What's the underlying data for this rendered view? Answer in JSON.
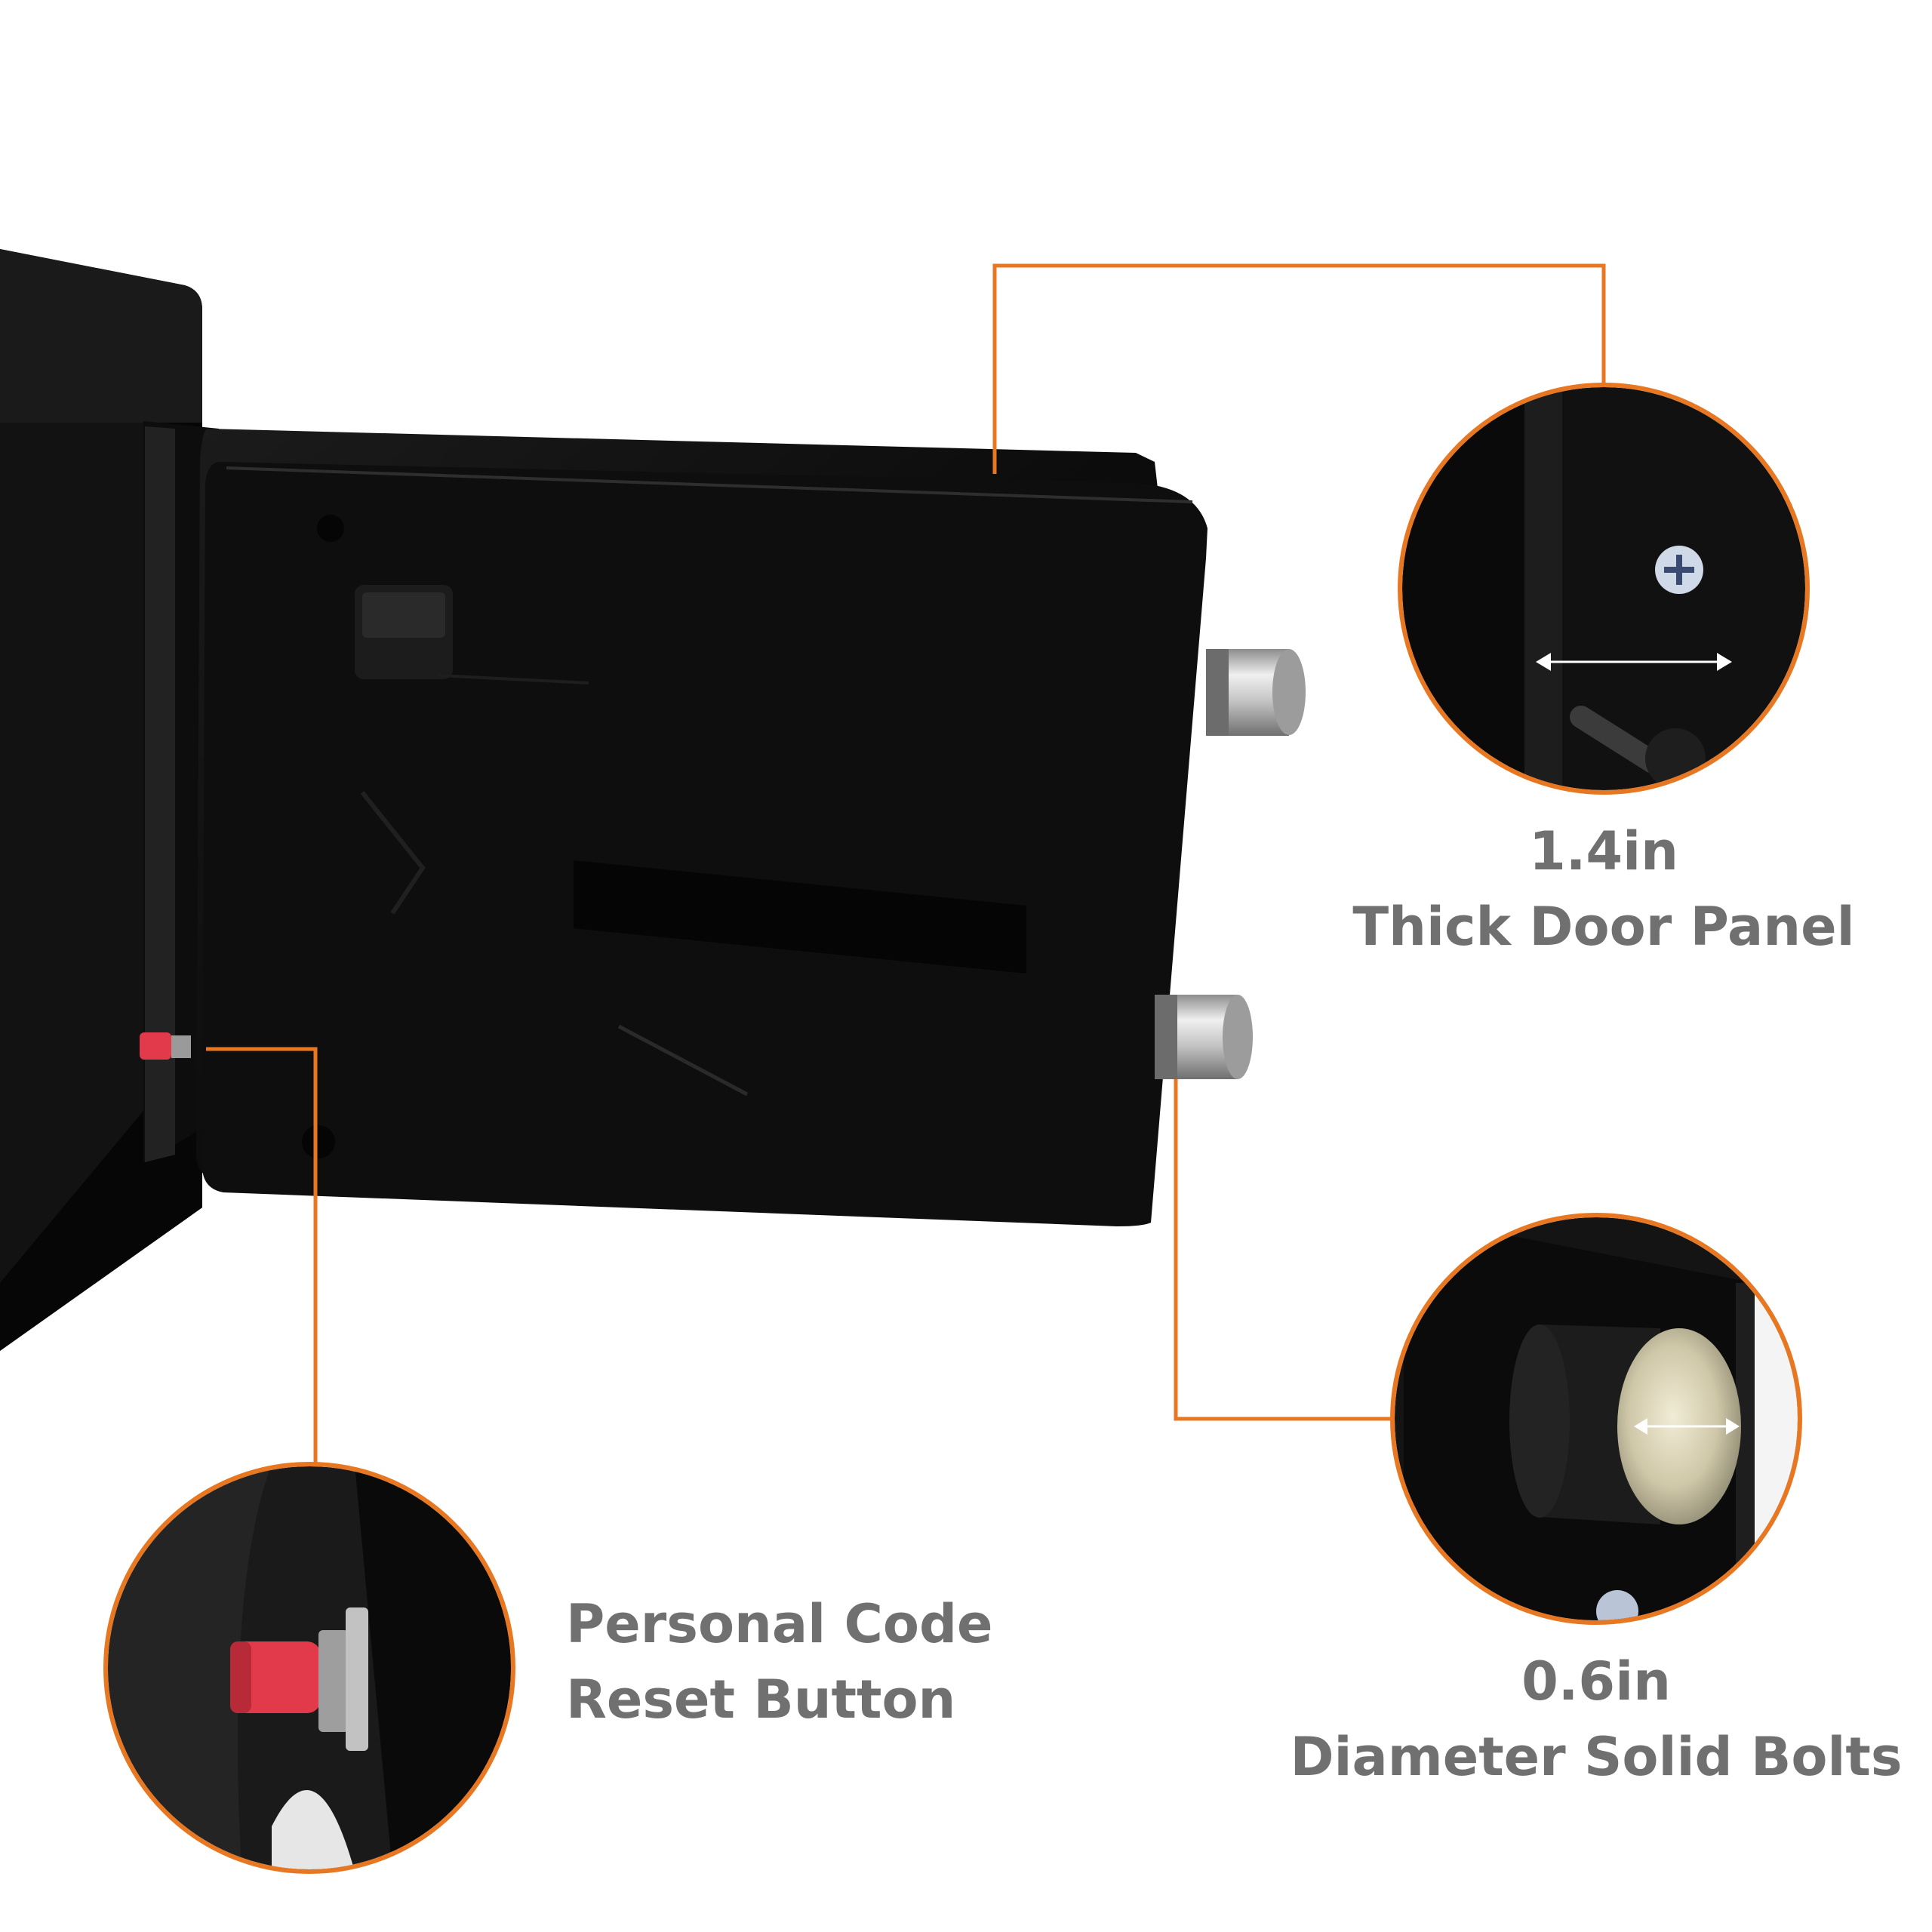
{
  "callouts": {
    "door_panel": {
      "measurement": "1.4in",
      "description": "Thick Door Panel"
    },
    "bolts": {
      "measurement": "0.6in",
      "description": "Diameter Solid Bolts"
    },
    "reset_button": {
      "line1": "Personal Code",
      "line2": "Reset Button"
    }
  },
  "colors": {
    "accent": "#E87722",
    "text": "#707070",
    "background": "#FFFFFF",
    "safe_body": "#0A0A0A",
    "bolt_metal": "#BDBDBD",
    "reset_button": "#E23A4A"
  }
}
